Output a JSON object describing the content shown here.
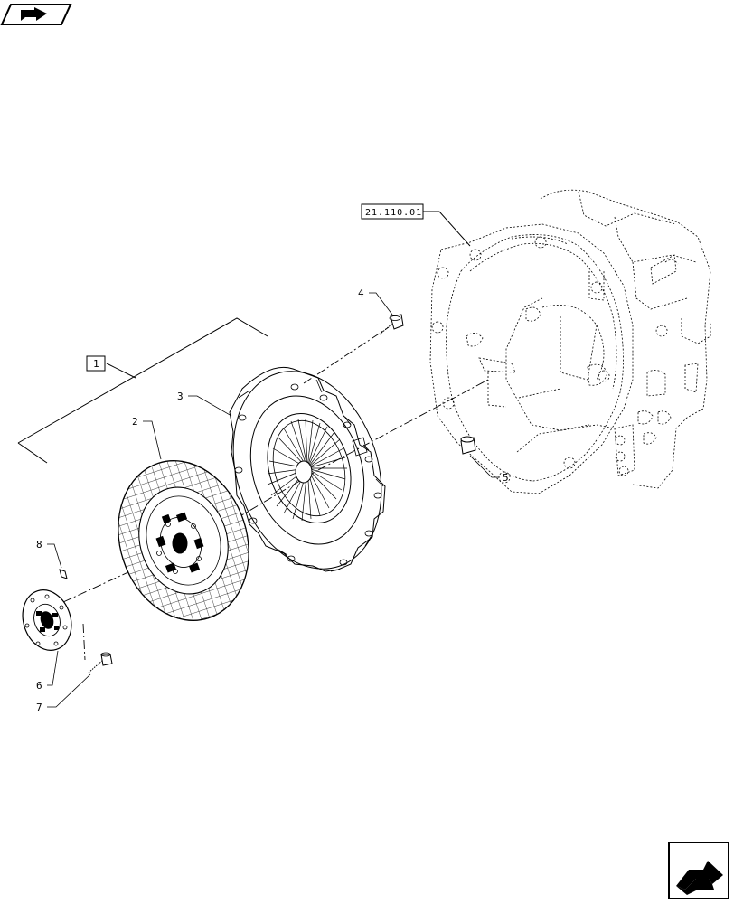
{
  "callouts": {
    "n1": "1",
    "n2": "2",
    "n3": "3",
    "n4": "4",
    "n5": "5",
    "n6": "6",
    "n7": "7",
    "n8": "8",
    "ref": "21.110.01"
  },
  "icons": {
    "top_left": "back-navigation-icon",
    "bottom_right": "next-page-icon"
  }
}
